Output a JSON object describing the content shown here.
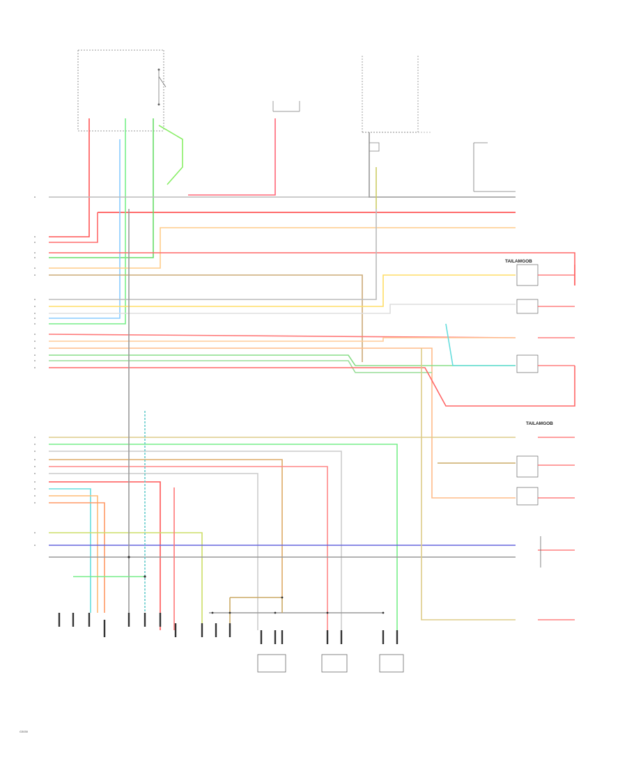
{
  "diagram": {
    "headings": {
      "top_right_connector": "TAILAMGOB",
      "mid_right_connector": "TAILAMGOB"
    },
    "footer_code": "G3030"
  }
}
